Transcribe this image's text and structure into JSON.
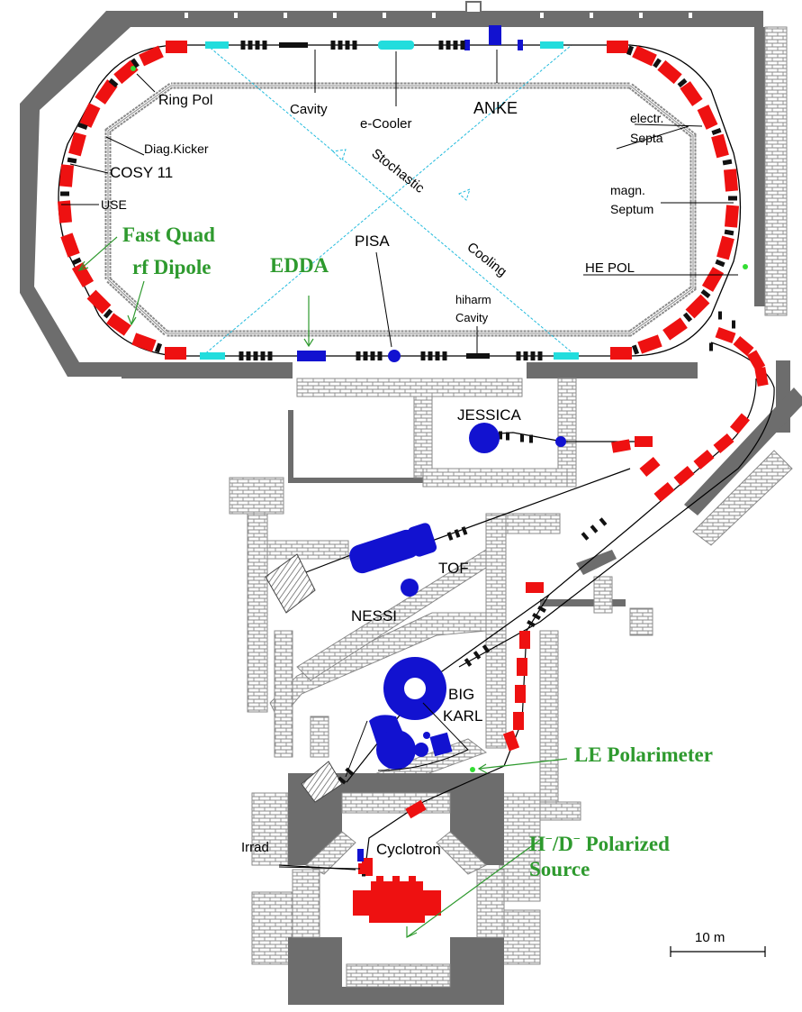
{
  "colors": {
    "wall": "#6d6d6d",
    "dipole": "#ee1111",
    "quad": "#111111",
    "detector": "#1212d0",
    "cooler": "#22dddd",
    "green_label": "#2e9a2e",
    "beamline": "#000000"
  },
  "ring_labels": {
    "ring_pol": "Ring  Pol",
    "diag_kicker": "Diag.Kicker",
    "cosy11": "COSY 11",
    "use": "USE",
    "cavity": "Cavity",
    "ecooler": "e-Cooler",
    "anke": "ANKE",
    "electr": "electr.",
    "septa": "Septa",
    "magn": "magn.",
    "septum": "Septum",
    "stochastic": "Stochastic",
    "cooling": "Cooling",
    "pisa": "PISA",
    "hiharm": "hiharm",
    "hiharm_cavity": "Cavity",
    "he_pol": "HE POL"
  },
  "hall_labels": {
    "jessica": "JESSICA",
    "tof": "TOF",
    "nessi": "NESSI",
    "big": "BIG",
    "karl": "KARL",
    "cyclotron": "Cyclotron",
    "irrad": "Irrad"
  },
  "green_labels": {
    "fast_quad": "Fast Quad",
    "rf_dipole": "rf Dipole",
    "edda": "EDDA",
    "le_polarimeter": "LE Polarimeter",
    "source_line1_h": "H",
    "source_line1_sep": "/D",
    "source_line1_rest": " Polarized",
    "minus": "−",
    "source_line2": "Source"
  },
  "scale_bar": {
    "label": "10 m"
  }
}
